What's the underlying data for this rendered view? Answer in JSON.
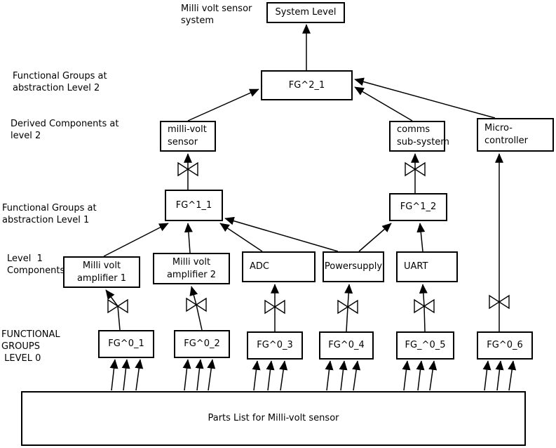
{
  "caption": "Milli volt sensor\nsystem",
  "side_labels": {
    "level2_groups": "Functional Groups at\nabstraction Level 2",
    "derived_components": "Derived Components at\nlevel 2",
    "level1_groups": "Functional Groups at\nabstraction Level 1",
    "level1_components": "Level  1\nComponents",
    "level0_groups": "FUNCTIONAL\nGROUPS\n LEVEL 0"
  },
  "boxes": {
    "system_level": "System Level",
    "fg2_1": "FG^2_1",
    "millivolt_sensor": "milli-volt\nsensor",
    "comms_subsystem": "comms\nsub-system",
    "micro_controller": "Micro-\ncontroller",
    "fg1_1": "FG^1_1",
    "fg1_2": "FG^1_2",
    "amp1": "Milli volt\namplifier 1",
    "amp2": "Milli volt\namplifier 2",
    "adc": "ADC",
    "powersupply": "Powersupply",
    "uart": "UART",
    "fg0_1": "FG^0_1",
    "fg0_2": "FG^0_2",
    "fg0_3": "FG^0_3",
    "fg0_4": "FG^0_4",
    "fg0_5": "FG_^0_5",
    "fg0_6": "FG^0_6",
    "parts_list": "Parts List for Milli-volt sensor"
  },
  "colors": {
    "line": "#000000",
    "background": "#ffffff",
    "box_border": "#000000"
  }
}
